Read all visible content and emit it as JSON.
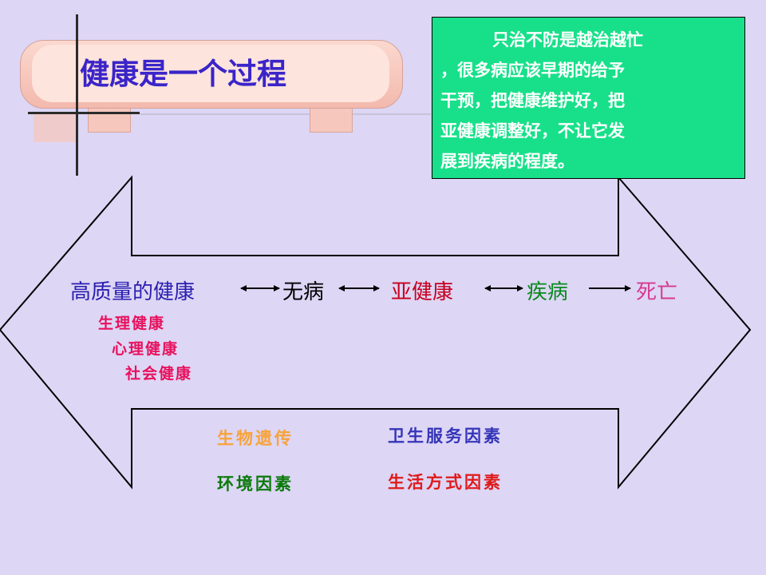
{
  "title": "健康是一个过程",
  "note": {
    "lines": [
      "只治不防是越治越忙",
      "，很多病应该早期的给予",
      "干预，把健康维护好，把",
      "亚健康调整好，不让它发",
      "展到疾病的程度。"
    ]
  },
  "stages": {
    "high_quality_health": "高质量的健康",
    "no_disease": "无病",
    "sub_health": "亚健康",
    "disease": "疾病",
    "death": "死亡"
  },
  "health_types": [
    "生理健康",
    "心理健康",
    "社会健康"
  ],
  "factors": {
    "genetics": "生物遗传",
    "health_services": "卫生服务因素",
    "environment": "环境因素",
    "lifestyle": "生活方式因素"
  },
  "colors": {
    "background": "#ddd6f5",
    "title": "#3a24c9",
    "note_bg": "#18e08a",
    "high_quality_health": "#2a1fb0",
    "no_disease": "#000000",
    "sub_health": "#c8001e",
    "disease": "#0a8a1c",
    "death": "#d63a8f",
    "health_types": "#e8115d",
    "genetics": "#f7a33a",
    "health_services": "#3535b8",
    "environment": "#0b7a0b",
    "lifestyle": "#e01a1a"
  }
}
